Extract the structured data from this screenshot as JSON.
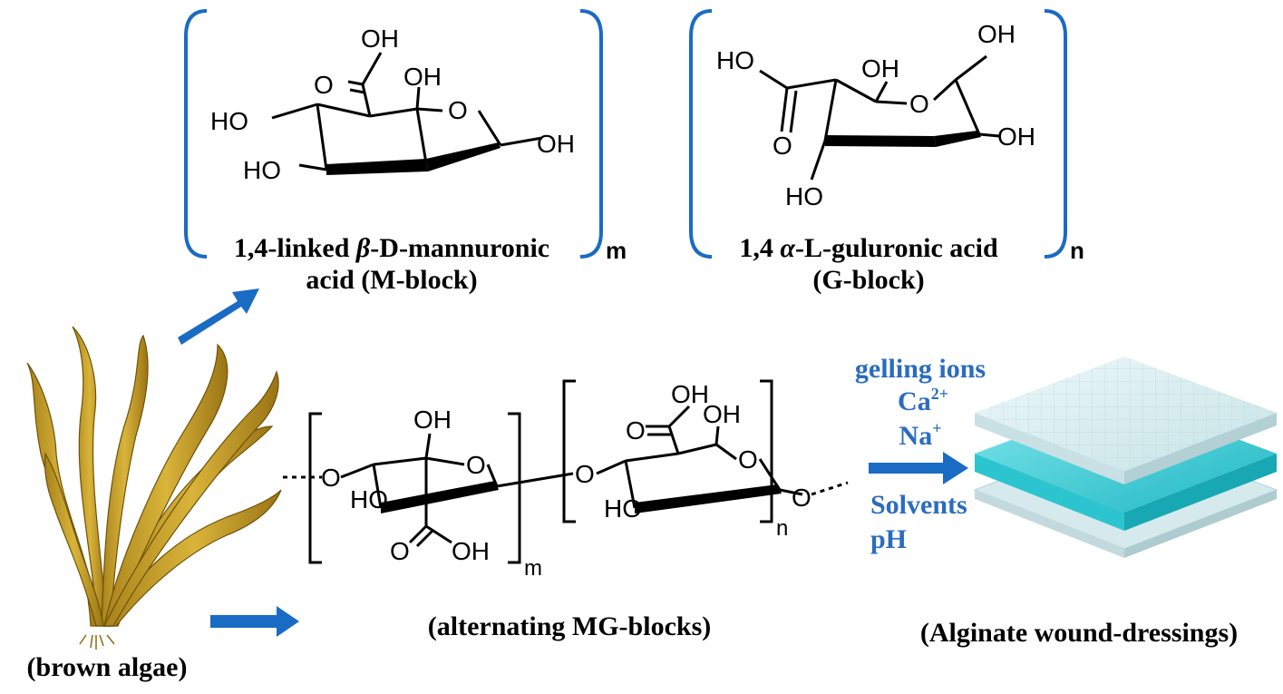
{
  "colors": {
    "accent_blue": "#1a6bc4",
    "ion_text": "#2a6cc0",
    "algae": "#c7a227",
    "algae_dark": "#8a6a10",
    "dressing_teal": "#3fd0d8",
    "dressing_layer": "#d9eef0"
  },
  "m_block": {
    "caption_line1_pre": "1,4-linked ",
    "caption_greek": "β",
    "caption_line1_post": "-D-mannuronic",
    "caption_line2": "acid (M-block)",
    "subscript": "m",
    "labels": {
      "oh_top": "OH",
      "carbonyl_o": "O",
      "oh_ring": "OH",
      "ring_o": "O",
      "ho_left": "HO",
      "oh_right": "OH",
      "ho_bottom": "HO"
    }
  },
  "g_block": {
    "caption_line1_pre": "1,4 ",
    "caption_greek": "α",
    "caption_line1_post": "-L-guluronic acid",
    "caption_line2": "(G-block)",
    "subscript": "n",
    "labels": {
      "oh_top": "OH",
      "ho_acid": "HO",
      "oh_ring": "OH",
      "ring_o": "O",
      "carbonyl_o": "O",
      "oh_right": "OH",
      "ho_bottom": "HO"
    }
  },
  "mg_block": {
    "caption": "(alternating MG-blocks)",
    "subscript_m": "m",
    "subscript_n": "n",
    "labels": {
      "o_left": "O",
      "oh_g_top": "OH",
      "ring_o_g": "O",
      "ho_g": "HO",
      "carbonyl_g": "O",
      "oh_g_acid": "OH",
      "o_link": "O",
      "oh_m_acid_top": "OH",
      "carbonyl_m": "O",
      "oh_m_ring": "OH",
      "ring_o_m": "O",
      "ho_m": "HO",
      "o_right": "O"
    }
  },
  "conditions": {
    "line1": "gelling ions",
    "ca": "Ca",
    "ca_charge": "2+",
    "na": "Na",
    "na_charge": "+",
    "solvents": "Solvents",
    "ph": "pH"
  },
  "algae": {
    "caption": "(brown algae)"
  },
  "dressing": {
    "caption": "(Alginate wound-dressings)"
  }
}
